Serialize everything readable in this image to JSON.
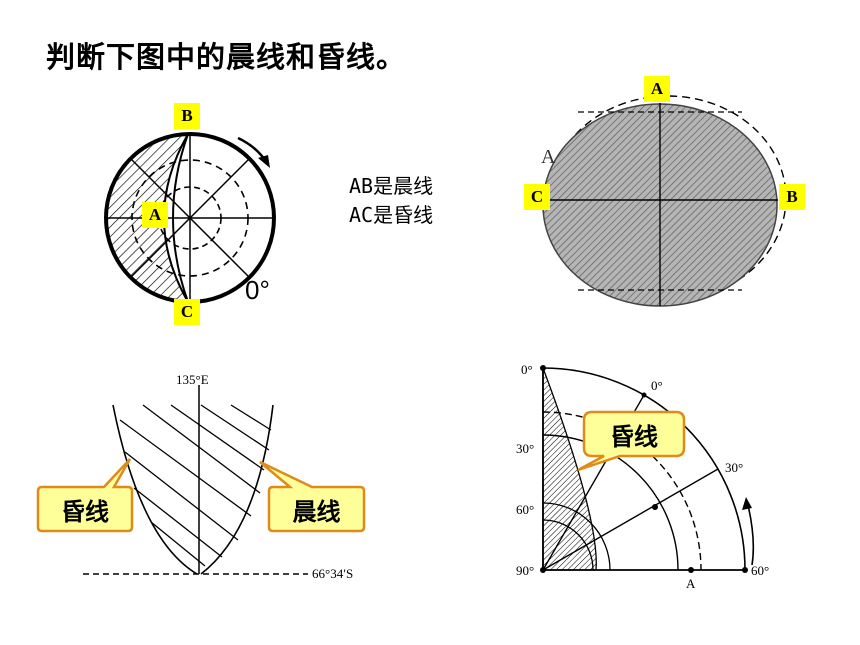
{
  "title": "判断下图中的晨线和昏线。",
  "answer": {
    "line1": "AB是晨线",
    "line2": "AC是昏线"
  },
  "fig1": {
    "label_b": "B",
    "label_a": "A",
    "label_c": "C",
    "degree": "0°"
  },
  "fig2": {
    "label_a_box": "A",
    "label_a_plain": "A",
    "label_c": "C",
    "label_b": "B"
  },
  "fig3": {
    "meridian": "135°E",
    "latitude": "66°34′S",
    "callout_left": "昏线",
    "callout_right": "晨线"
  },
  "fig4": {
    "lat_0": "0°",
    "lat_30": "30°",
    "lat_60": "60°",
    "lat_90": "90°",
    "lon_0": "0°",
    "lon_30": "30°",
    "lon_60": "60°",
    "point_a": "A",
    "callout": "昏线"
  },
  "colors": {
    "label_bg": "#ffff00",
    "callout_fill": "#ffff99",
    "callout_border": "#e08a1c",
    "shading": "#000000"
  }
}
